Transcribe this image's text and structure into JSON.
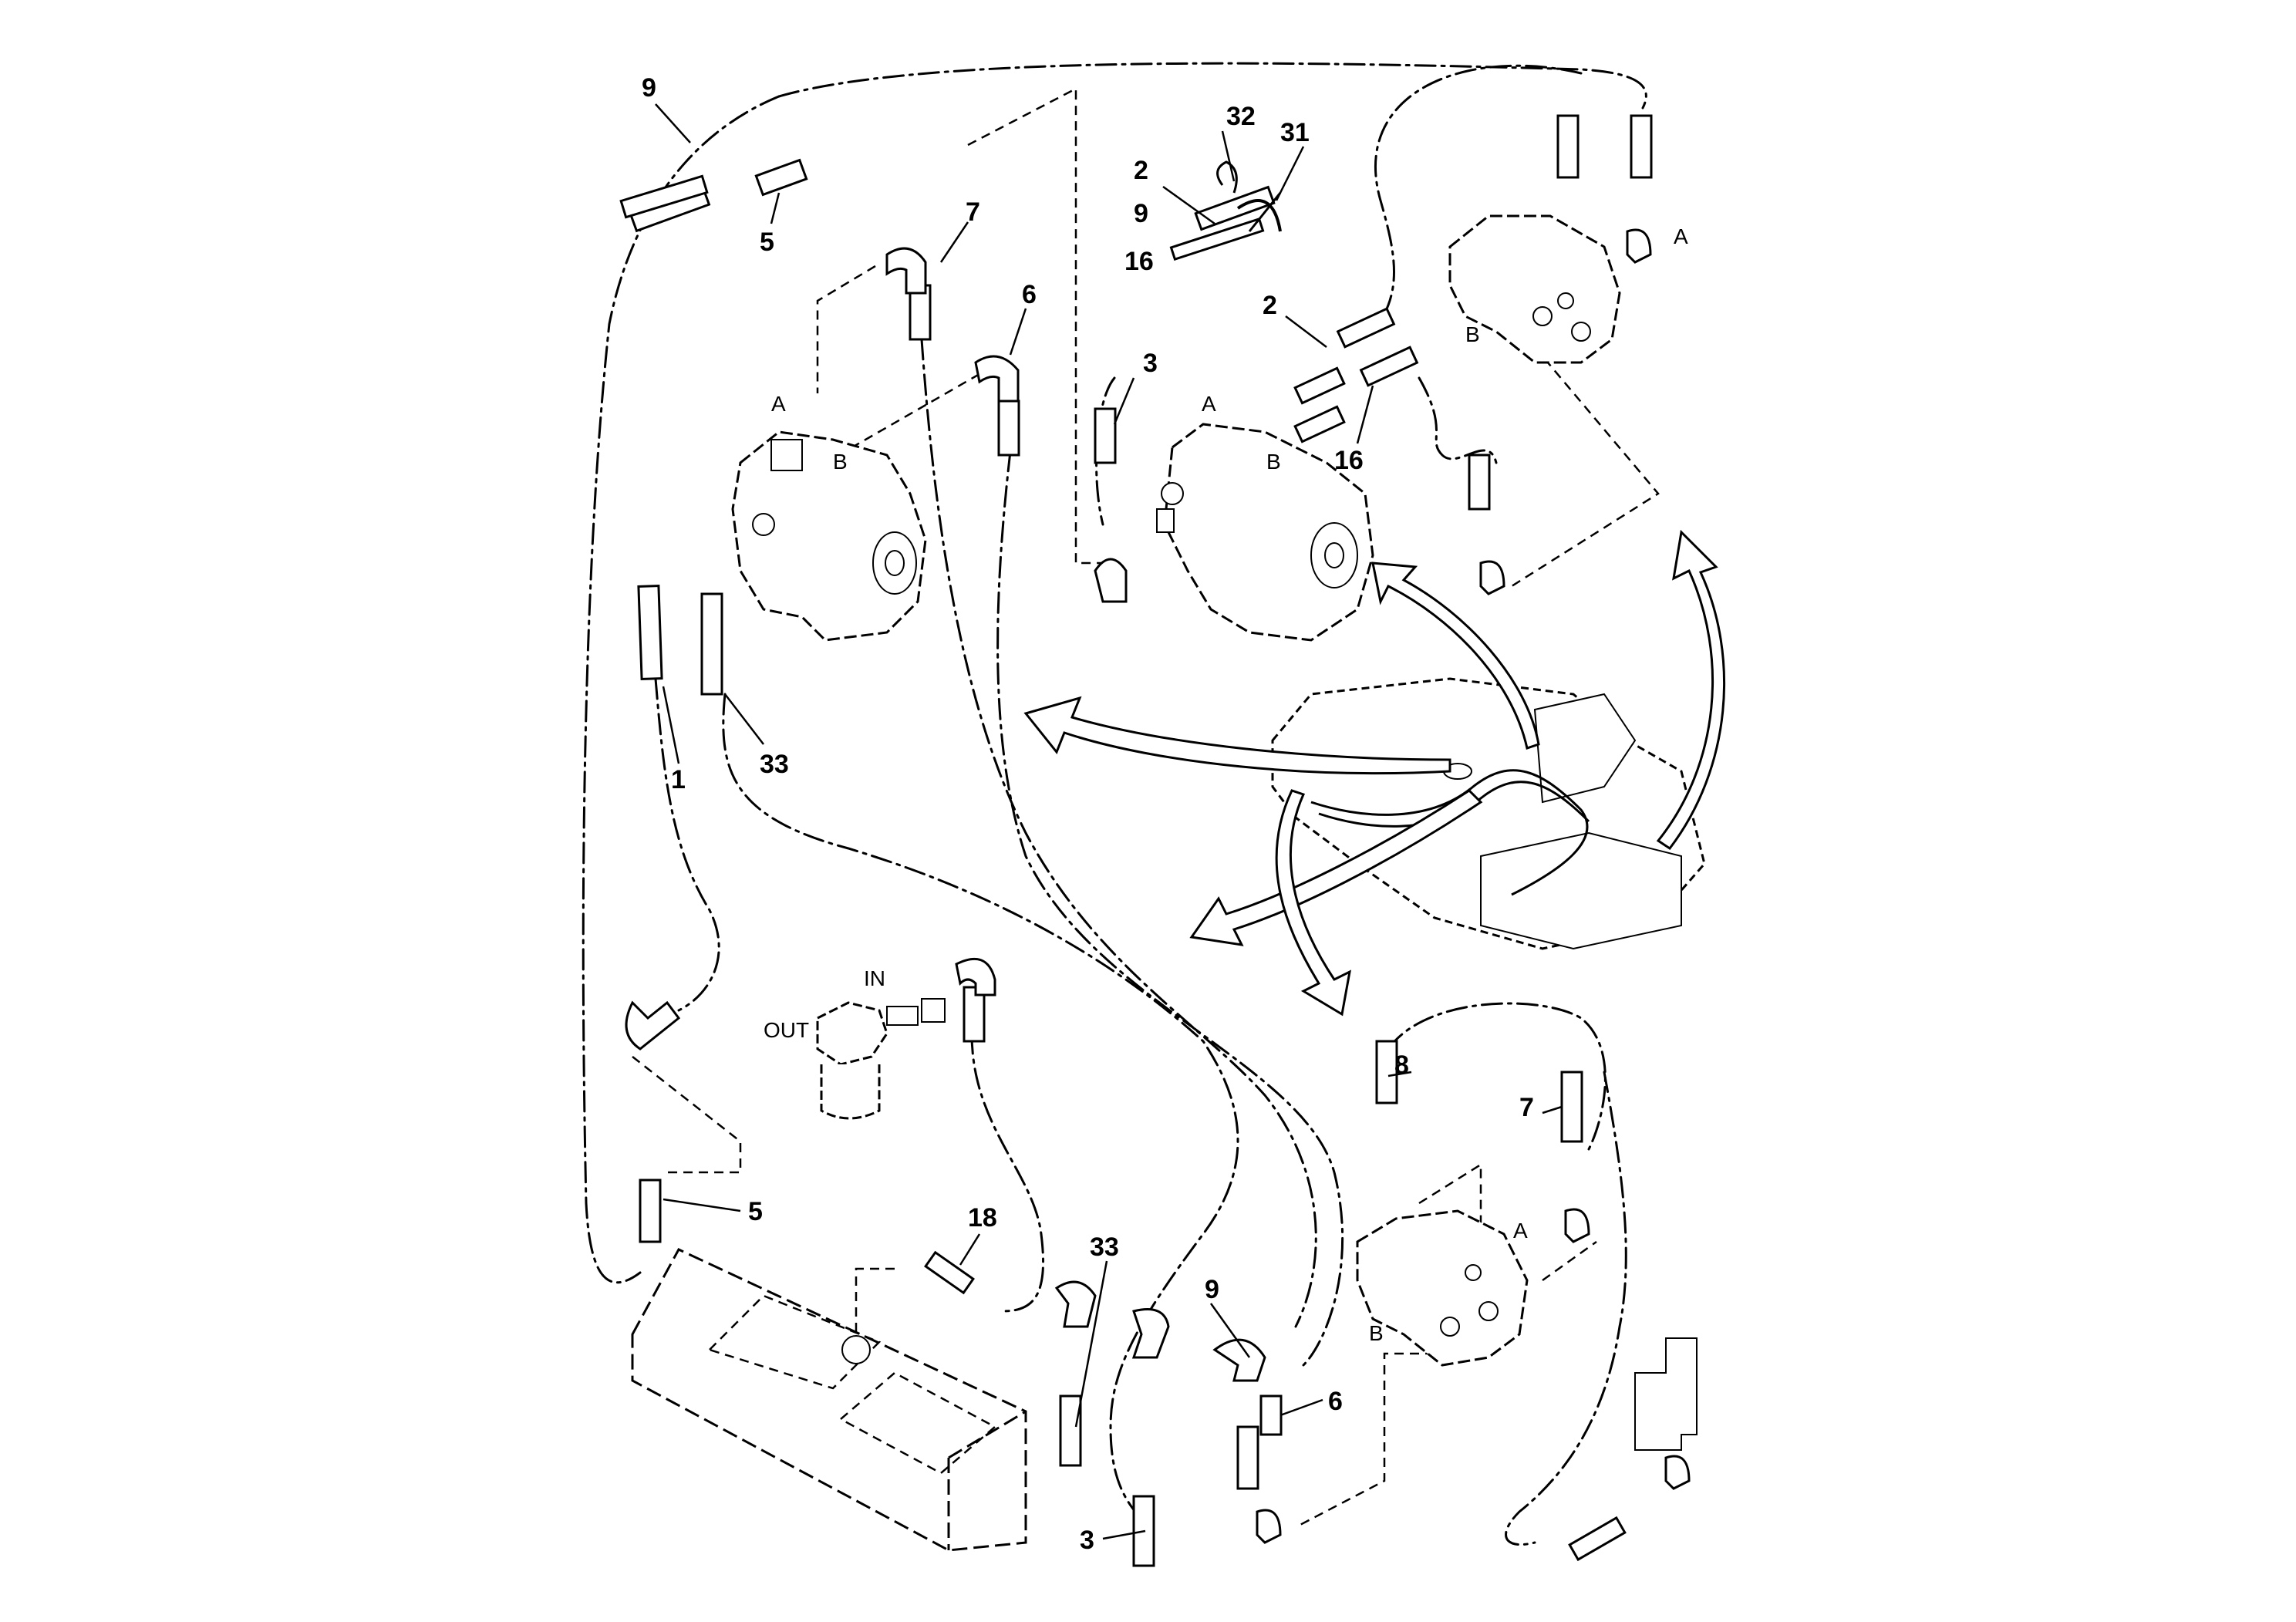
{
  "callouts": {
    "c9_top": "9",
    "c5_top": "5",
    "c7_top": "7",
    "c6_top": "6",
    "c32": "32",
    "c31": "31",
    "c2_top": "2",
    "c9_mid": "9",
    "c16_top": "16",
    "c2_mid": "2",
    "c3_top": "3",
    "c16_mid": "16",
    "c1": "1",
    "c33_left": "33",
    "c8": "8",
    "c7_right": "7",
    "c5_bottom": "5",
    "c18": "18",
    "c33_bottom": "33",
    "c9_bottom": "9",
    "c6_bottom": "6",
    "c3_bottom": "3"
  },
  "ports": {
    "a_left_motor": "A",
    "b_left_motor": "B",
    "a_center_motor": "A",
    "b_center_motor": "B",
    "a_top_right": "A",
    "b_top_right": "B",
    "a_bottom_right": "A",
    "b_bottom_right": "B",
    "filter_in": "IN",
    "filter_out": "OUT"
  },
  "icons": [
    "hydraulic-motor-icon",
    "hydraulic-pump-icon",
    "filter-icon",
    "tank-icon",
    "hose-fitting-icon",
    "elbow-fitting-icon",
    "curved-arrow-icon"
  ]
}
